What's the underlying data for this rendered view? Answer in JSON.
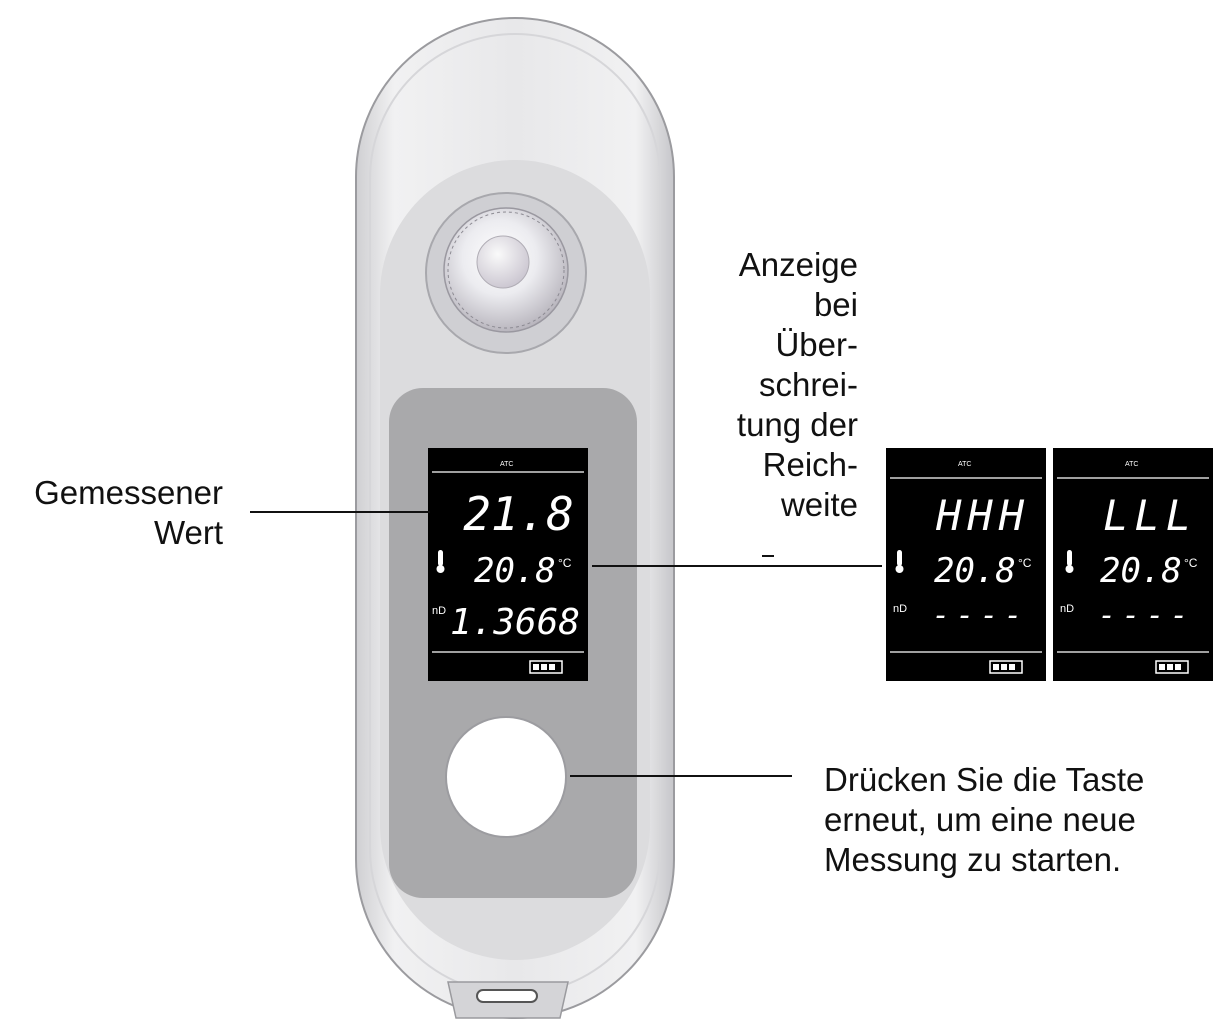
{
  "annotations": {
    "measured_value": [
      "Gemessener",
      "Wert"
    ],
    "overrange": [
      "Anzeige",
      "bei",
      "Über-",
      "schrei-",
      "tung der",
      "Reich-",
      "weite"
    ],
    "button": [
      "Drücken Sie die Taste",
      "erneut, um eine neue",
      "Messung zu starten."
    ]
  },
  "main_display": {
    "mode": "ATC",
    "reading": "21.8",
    "temperature": "20.8",
    "temperature_unit": "°C",
    "refractive_label": "nD",
    "refractive_index": "1.3668"
  },
  "overrange_displays": [
    {
      "mode": "ATC",
      "reading": "HHH",
      "temperature": "20.8",
      "temperature_unit": "°C",
      "refractive_label": "nD",
      "refractive_index": "----"
    },
    {
      "mode": "ATC",
      "reading": "LLL",
      "temperature": "20.8",
      "temperature_unit": "°C",
      "refractive_label": "nD",
      "refractive_index": "----"
    }
  ],
  "colors": {
    "body": "#e4e4e6",
    "panel": "#a9a9ab",
    "lcd": "#000000",
    "lcd_text": "#ffffff"
  }
}
